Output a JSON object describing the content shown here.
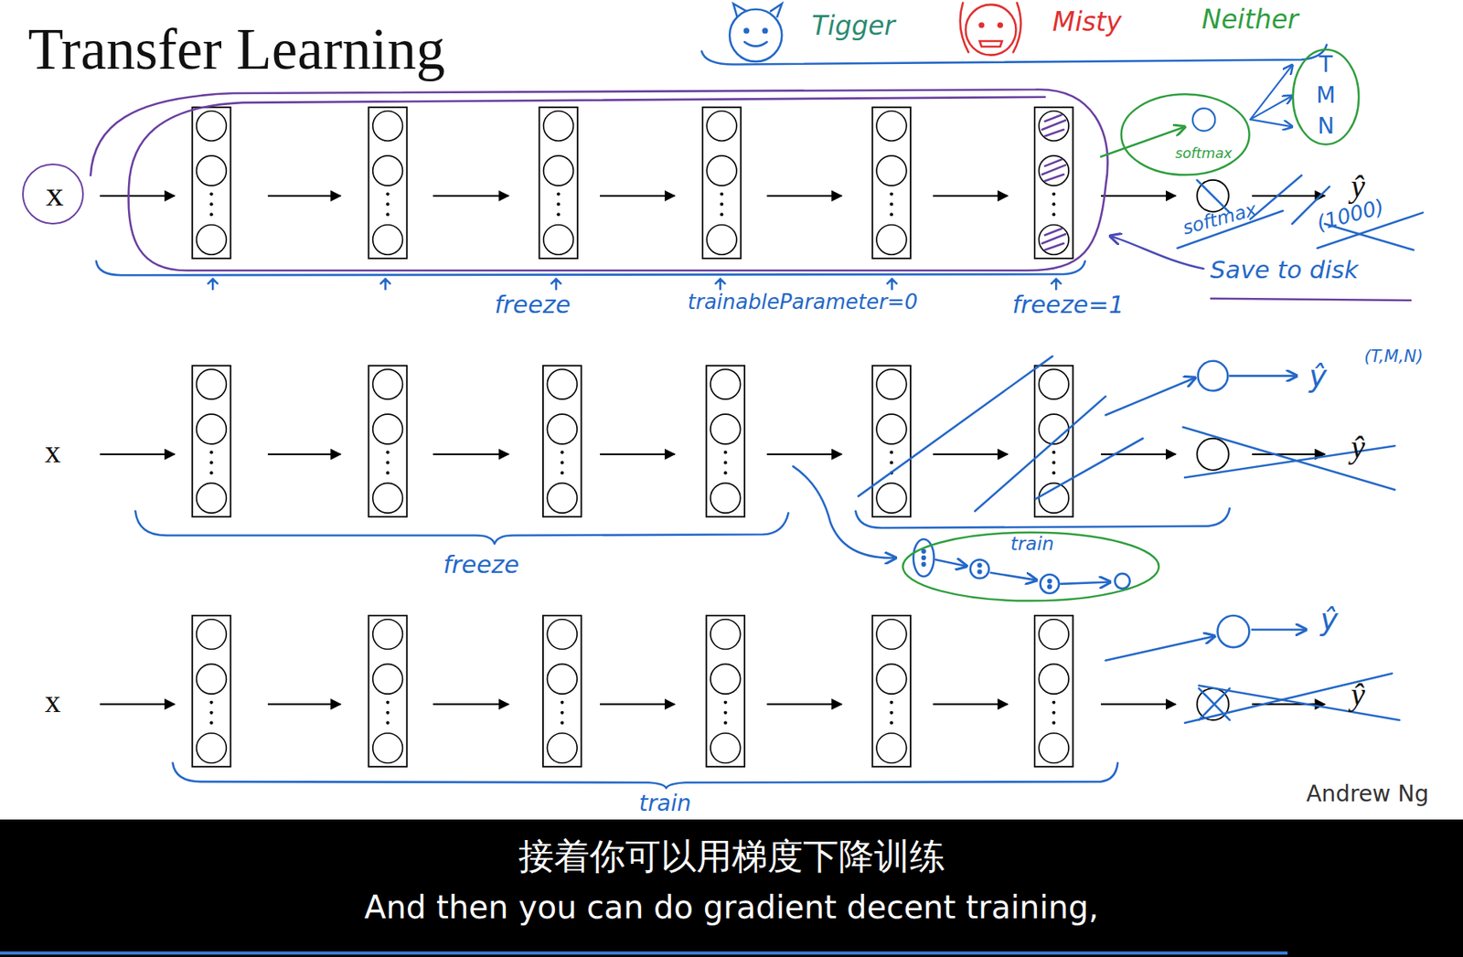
{
  "diagram": {
    "title": "Transfer Learning",
    "nodes": [
      {
        "text": [
          "x"
        ]
      },
      {
        "text": [
          "softmax"
        ]
      },
      {
        "text": [
          "T",
          "M",
          "N"
        ]
      },
      {
        "text": [
          "train"
        ]
      },
      {
        "text": [
          "接着你可以用梯度下降训练",
          "And then you can do gradient decent training,"
        ]
      }
    ],
    "edges": [
      {
        "from": 1,
        "to": 2,
        "arrow": "to"
      },
      {
        "from": 1,
        "to": 2,
        "arrow": "to"
      },
      {
        "from": 1,
        "to": 2,
        "arrow": "to"
      }
    ],
    "labels": [
      "Tigger",
      "Misty",
      "Neither",
      "freeze",
      "trainableParameter=0",
      "freeze=1",
      "ŷ",
      "softmax",
      "(1000)",
      "Save to disk",
      "x",
      "ŷ",
      "(T,M,N)",
      "ŷ",
      "freeze",
      "x",
      "ŷ",
      "ŷ",
      "train",
      "Andrew Ng"
    ]
  }
}
